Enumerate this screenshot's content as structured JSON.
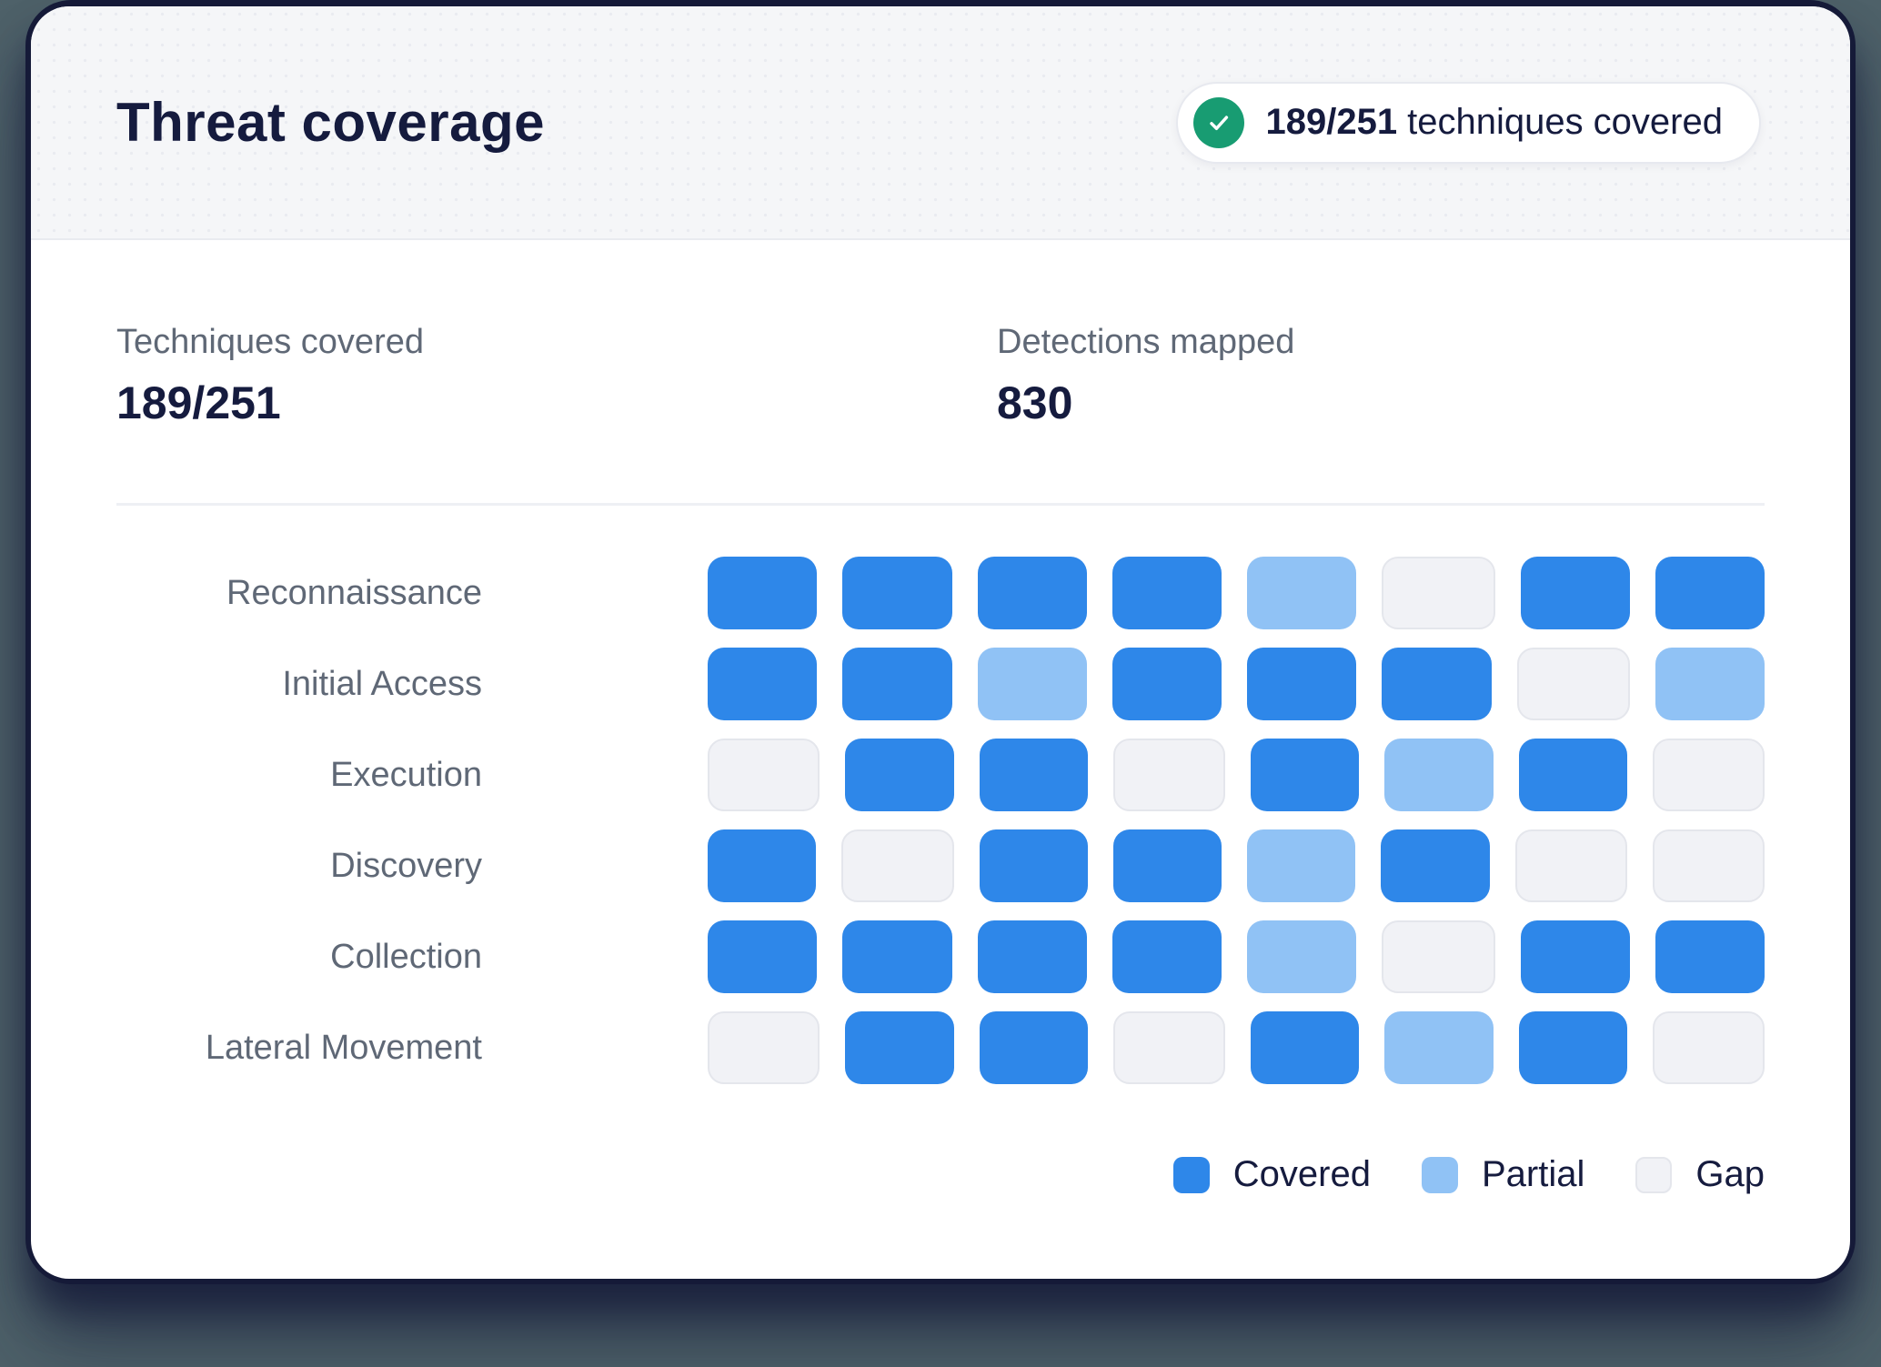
{
  "card": {
    "title": "Threat coverage",
    "badge": {
      "value": "189/251",
      "label": "techniques covered",
      "icon": "check-icon"
    }
  },
  "stats": [
    {
      "label": "Techniques covered",
      "value": "189/251"
    },
    {
      "label": "Detections mapped",
      "value": "830"
    }
  ],
  "chart_data": {
    "type": "heatmap",
    "title": "Threat coverage",
    "columns": 8,
    "column_labels": [],
    "rows": [
      {
        "label": "Reconnaissance",
        "states": [
          "covered",
          "covered",
          "covered",
          "covered",
          "partial",
          "gap",
          "covered",
          "covered"
        ]
      },
      {
        "label": "Initial Access",
        "states": [
          "covered",
          "covered",
          "partial",
          "covered",
          "covered",
          "covered",
          "gap",
          "partial"
        ]
      },
      {
        "label": "Execution",
        "states": [
          "gap",
          "covered",
          "covered",
          "gap",
          "covered",
          "partial",
          "covered",
          "gap"
        ]
      },
      {
        "label": "Discovery",
        "states": [
          "covered",
          "gap",
          "covered",
          "covered",
          "partial",
          "covered",
          "gap",
          "gap"
        ]
      },
      {
        "label": "Collection",
        "states": [
          "covered",
          "covered",
          "covered",
          "covered",
          "partial",
          "gap",
          "covered",
          "covered"
        ]
      },
      {
        "label": "Lateral Movement",
        "states": [
          "gap",
          "covered",
          "covered",
          "gap",
          "covered",
          "partial",
          "covered",
          "gap"
        ]
      }
    ],
    "legend_position": "bottom-right",
    "state_colors": {
      "covered": "#2E87E9",
      "partial": "#90C2F5",
      "gap": "#F1F2F6"
    }
  },
  "legend": [
    {
      "label": "Covered",
      "state": "covered"
    },
    {
      "label": "Partial",
      "state": "partial"
    },
    {
      "label": "Gap",
      "state": "gap"
    }
  ],
  "colors": {
    "covered": "#2E87E9",
    "partial": "#90C2F5",
    "gap": "#F1F2F6",
    "gap_border": "#E4E6EC",
    "green": "#189C72",
    "navy": "#151B3E",
    "muted": "#5F6876",
    "header_bg": "#F5F6F8",
    "page_bg": "#4E6169",
    "frame": "#151A38",
    "border": "#E7E9EF",
    "divider": "#E9EBF0",
    "divider2": "#EEF0F4"
  }
}
